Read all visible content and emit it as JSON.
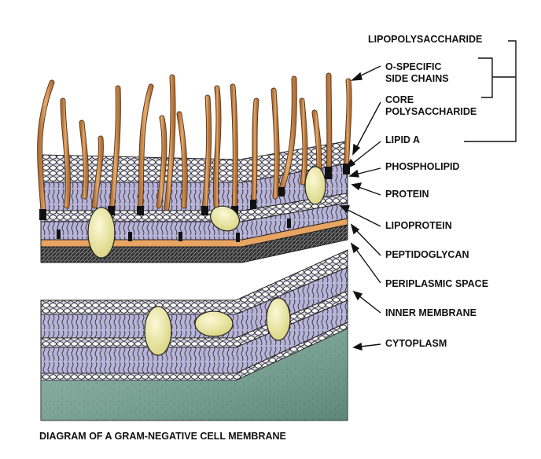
{
  "caption": "DIAGRAM OF A GRAM-NEGATIVE CELL MEMBRANE",
  "group_label": "LIPOPOLYSACCHARIDE",
  "labels": {
    "o_specific_1": "O-SPECIFIC",
    "o_specific_2": "SIDE CHAINS",
    "core_1": "CORE",
    "core_2": "POLYSACCHARIDE",
    "lipid_a": "LIPID A",
    "phospholipid": "PHOSPHOLIPID",
    "protein": "PROTEIN",
    "lipoprotein": "LIPOPROTEIN",
    "peptidoglycan": "PEPTIDOGLYCAN",
    "periplasmic_space": "PERIPLASMIC SPACE",
    "inner_membrane": "INNER MEMBRANE",
    "cytoplasm": "CYTOPLASM"
  },
  "colors": {
    "lps_chain": "#d89a5a",
    "membrane_face": "#b8b3d8",
    "membrane_shade": "#9a93c4",
    "protein": "#eeea9c",
    "lipoprotein_band": "#e8a462",
    "peptidoglycan": "#3a3a3a",
    "cytoplasm": "#6f9a8c",
    "ink": "#111111"
  }
}
